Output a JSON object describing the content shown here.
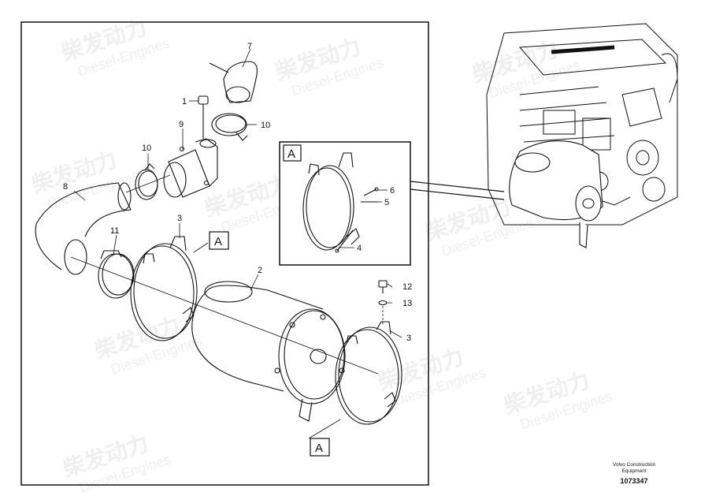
{
  "watermark": {
    "brand_cn": "柴发动力",
    "brand_en": "Diesel-Engines"
  },
  "callouts": {
    "c1": "1",
    "c2": "2",
    "c3a": "3",
    "c3b": "3",
    "c4": "4",
    "c5": "5",
    "c6": "6",
    "c7": "7",
    "c8": "8",
    "c9": "9",
    "c10a": "10",
    "c10b": "10",
    "c11": "11",
    "c12": "12",
    "c13": "13"
  },
  "detail_labels": {
    "inset": "A",
    "ref_top": "A",
    "ref_bottom": "A"
  },
  "footer": {
    "line1": "Volvo Construction",
    "line2": "Equipment",
    "number": "1073347"
  },
  "colors": {
    "line": "#111111",
    "watermark": "#ececec"
  }
}
